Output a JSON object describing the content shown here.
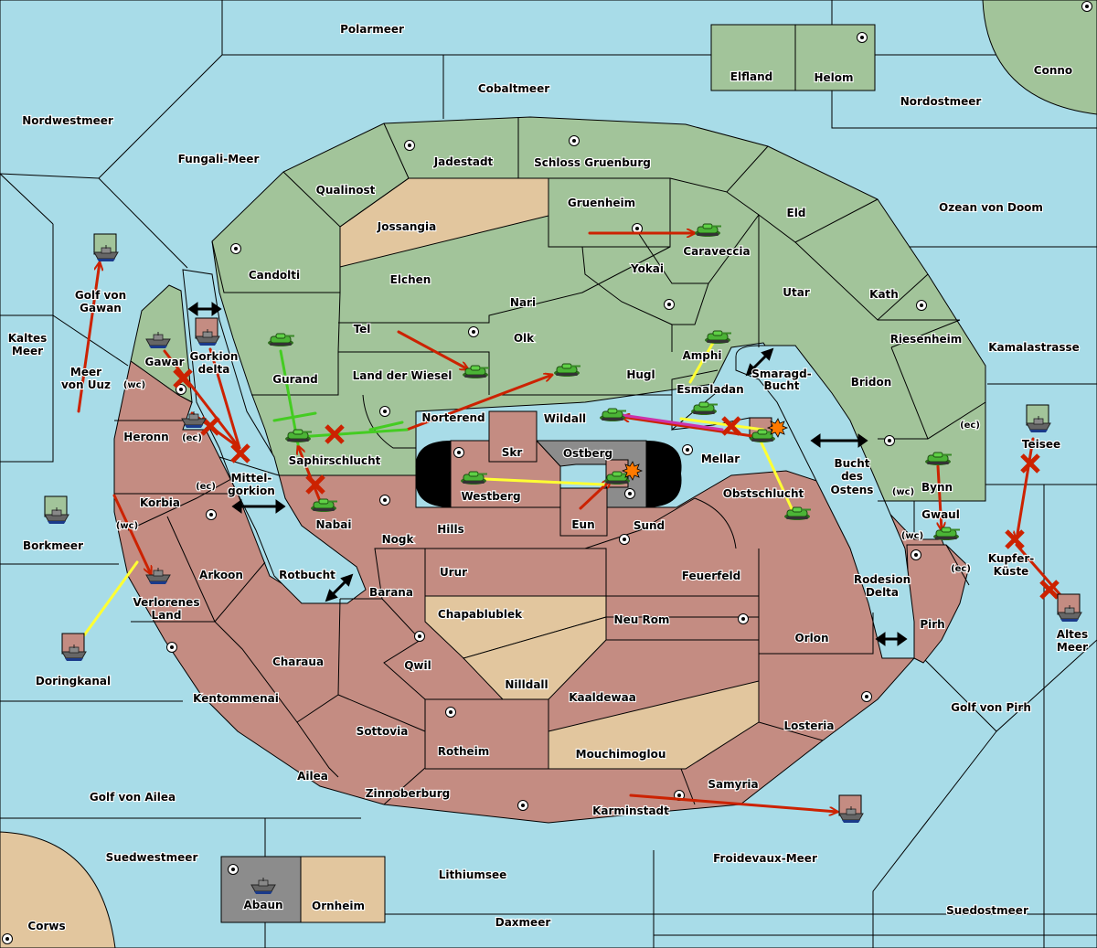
{
  "game": {
    "title": "Diplomacy variant map",
    "colors": {
      "sea": "#a8dce8",
      "power_green": "#a2c49a",
      "power_red": "#c48c82",
      "neutral_tan": "#e2c69e",
      "impassable_grey": "#8c8c8c",
      "order_move": "#cc2200",
      "order_support_green": "#44cc22",
      "order_support_yellow": "#ffff33",
      "order_convoy_magenta": "#cc33aa"
    }
  },
  "labels": {
    "polarmeer": "Polarmeer",
    "cobaltmeer": "Cobaltmeer",
    "elfland": "Elfland",
    "helom": "Helom",
    "conno": "Conno",
    "nordostmeer": "Nordostmeer",
    "nordwestmeer": "Nordwestmeer",
    "fungali": "Fungali-Meer",
    "jadestadt": "Jadestadt",
    "schloss": "Schloss Gruenburg",
    "qualinost": "Qualinost",
    "gruenheim": "Gruenheim",
    "eld": "Eld",
    "ozean": "Ozean von Doom",
    "jossangia": "Jossangia",
    "caraveccia": "Caraveccia",
    "candolti": "Candolti",
    "elchen": "Elchen",
    "yokai": "Yokai",
    "utar": "Utar",
    "kath": "Kath",
    "golf_gawan_1": "Golf von",
    "golf_gawan_2": "Gawan",
    "nari": "Nari",
    "tel": "Tel",
    "olk": "Olk",
    "riesenheim": "Riesenheim",
    "kaltes_1": "Kaltes",
    "kaltes_2": "Meer",
    "kamala": "Kamalastrasse",
    "amphi": "Amphi",
    "gawar": "Gawar",
    "gorkion_1": "Gorkion",
    "gorkion_2": "delta",
    "smaragd_1": "Smaragd-",
    "smaragd_2": "Bucht",
    "gurand": "Gurand",
    "land_wiesel": "Land der Wiesel",
    "hugl": "Hugl",
    "meer_uuz_1": "Meer",
    "meer_uuz_2": "von Uuz",
    "wc": "(wc)",
    "ec": "(ec)",
    "bridon": "Bridon",
    "esmaladan": "Esmaladan",
    "norterend": "Norterend",
    "wildall": "Wildall",
    "heronn": "Heronn",
    "teisee": "Teisee",
    "skr": "Skr",
    "ostberg": "Ostberg",
    "mellar": "Mellar",
    "saphir": "Saphirschlucht",
    "bynn": "Bynn",
    "bucht_ostens_1": "Bucht",
    "bucht_ostens_2": "des",
    "bucht_ostens_3": "Ostens",
    "mittel_1": "Mittel-",
    "mittel_2": "gorkion",
    "westberg": "Westberg",
    "obstschlucht": "Obstschlucht",
    "korbia": "Korbia",
    "gwaul": "Gwaul",
    "nabai": "Nabai",
    "eun": "Eun",
    "sund": "Sund",
    "hills": "Hills",
    "borkmeer": "Borkmeer",
    "nogk": "Nogk",
    "kupfer_1": "Kupfer-",
    "kupfer_2": "Küste",
    "arkoon": "Arkoon",
    "rotbucht": "Rotbucht",
    "urur": "Urur",
    "feuerfeld": "Feuerfeld",
    "rodesion_1": "Rodesion",
    "rodesion_2": "Delta",
    "verlorenes_1": "Verlorenes",
    "verlorenes_2": "Land",
    "barana": "Barana",
    "chapablublek": "Chapablublek",
    "neu_rom": "Neu Rom",
    "pirh": "Pirh",
    "altes_1": "Altes",
    "altes_2": "Meer",
    "orlon": "Orlon",
    "doringkanal": "Doringkanal",
    "charaua": "Charaua",
    "qwil": "Qwil",
    "nilldall": "Nilldall",
    "kentommenai": "Kentommenai",
    "kaaldewaa": "Kaaldewaa",
    "golf_pirh": "Golf von Pirh",
    "sottovia": "Sottovia",
    "losteria": "Losteria",
    "rotheim": "Rotheim",
    "mouchimoglou": "Mouchimoglou",
    "ailea": "Ailea",
    "samyria": "Samyria",
    "golf_ailea": "Golf von Ailea",
    "zinnoberburg": "Zinnoberburg",
    "karminstadt": "Karminstadt",
    "suedwestmeer": "Suedwestmeer",
    "froidevaux": "Froidevaux-Meer",
    "lithiumsee": "Lithiumsee",
    "abaun": "Abaun",
    "ornheim": "Ornheim",
    "suedostmeer": "Suedostmeer",
    "daxmeer": "Daxmeer",
    "corws": "Corws"
  },
  "units": [
    {
      "type": "fleet",
      "power": "green",
      "location": "Golf von Gawan"
    },
    {
      "type": "fleet",
      "power": "green",
      "location": "Gawar"
    },
    {
      "type": "fleet",
      "power": "red",
      "location": "Gorkion delta"
    },
    {
      "type": "fleet",
      "power": "green",
      "location": "Heronn (ec)"
    },
    {
      "type": "fleet",
      "power": "green",
      "location": "Borkmeer"
    },
    {
      "type": "fleet",
      "power": "red",
      "location": "Doringkanal"
    },
    {
      "type": "fleet",
      "power": "green",
      "location": "Verlorenes Land"
    },
    {
      "type": "fleet",
      "power": "green",
      "location": "Teisee"
    },
    {
      "type": "fleet",
      "power": "red",
      "location": "Altes Meer"
    },
    {
      "type": "fleet",
      "power": "red",
      "location": "Froidevaux-Meer"
    },
    {
      "type": "fleet",
      "power": "grey",
      "location": "Abaun"
    },
    {
      "type": "army",
      "power": "green",
      "location": "Caraveccia"
    },
    {
      "type": "army",
      "power": "green",
      "location": "Gurand"
    },
    {
      "type": "army",
      "power": "green",
      "location": "Saphirschlucht"
    },
    {
      "type": "army",
      "power": "green",
      "location": "Nabai"
    },
    {
      "type": "army",
      "power": "green",
      "location": "Land der Wiesel"
    },
    {
      "type": "army",
      "power": "green",
      "location": "Hugl"
    },
    {
      "type": "army",
      "power": "green",
      "location": "Amphi"
    },
    {
      "type": "army",
      "power": "green",
      "location": "Esmaladan"
    },
    {
      "type": "army",
      "power": "green",
      "location": "Wildall"
    },
    {
      "type": "army",
      "power": "green",
      "location": "Mellar"
    },
    {
      "type": "army",
      "power": "green",
      "location": "Obstschlucht"
    },
    {
      "type": "army",
      "power": "green",
      "location": "Westberg"
    },
    {
      "type": "army",
      "power": "green",
      "location": "Ostberg"
    },
    {
      "type": "army",
      "power": "green",
      "location": "Bynn"
    },
    {
      "type": "army",
      "power": "green",
      "location": "Gwaul"
    }
  ]
}
